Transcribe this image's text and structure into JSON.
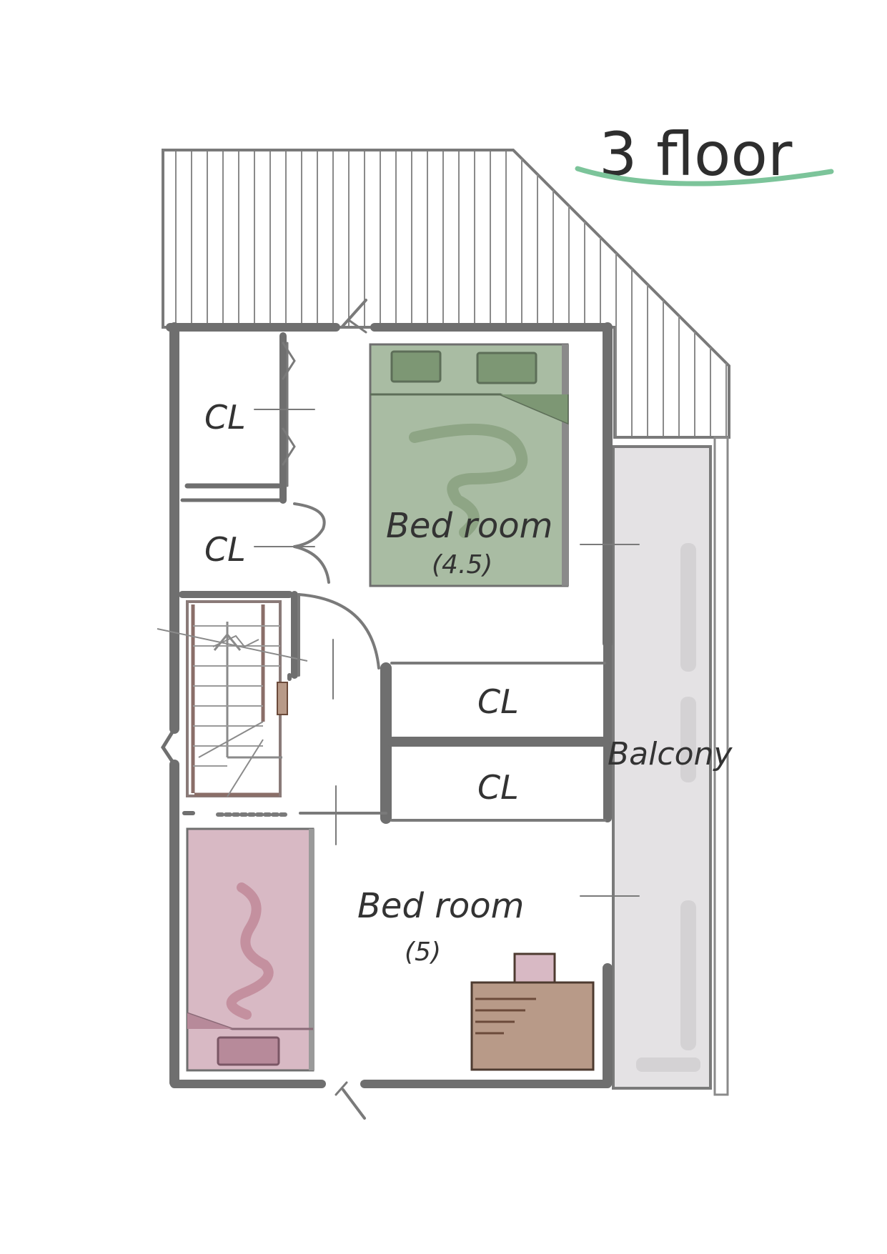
{
  "title": "3 floor",
  "rooms": {
    "bedroom_main": {
      "label": "Bed room",
      "size": "(4.5)"
    },
    "bedroom_second": {
      "label": "Bed room",
      "size": "(5)"
    },
    "balcony": {
      "label": "Balcony"
    },
    "closet_1": {
      "label": "CL"
    },
    "closet_2": {
      "label": "CL"
    },
    "closet_3": {
      "label": "CL"
    },
    "closet_4": {
      "label": "CL"
    }
  },
  "colors": {
    "wall": "#6f6f6f",
    "bed_main": "#a9bca3",
    "bed_main_pillow": "#7d9774",
    "bed_second": "#d8b9c4",
    "bed_second_pillow": "#b78a9a",
    "desk": "#b89a88",
    "balcony": "#e4e2e4",
    "title_underline": "#7cc49a"
  }
}
